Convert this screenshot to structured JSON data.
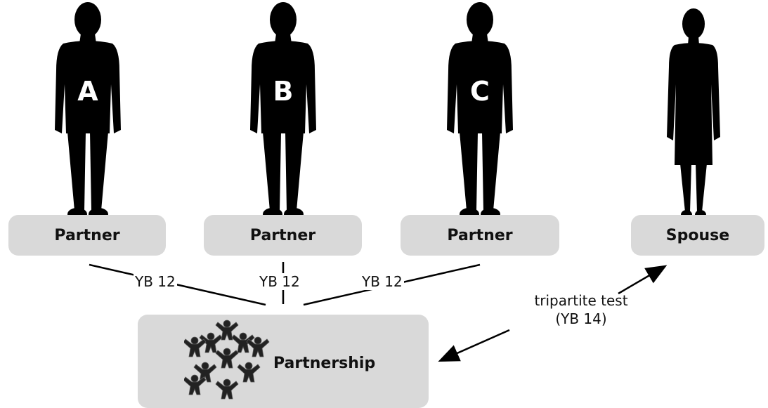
{
  "partners": [
    {
      "letter": "A",
      "role": "Partner"
    },
    {
      "letter": "B",
      "role": "Partner"
    },
    {
      "letter": "C",
      "role": "Partner"
    }
  ],
  "spouse": {
    "role": "Spouse"
  },
  "partnership": {
    "label": "Partnership",
    "icon": "people-group-icon"
  },
  "edges": {
    "partner_link_label": "YB 12",
    "tripartite_line1": "tripartite test",
    "tripartite_line2": "(YB 14)"
  },
  "colors": {
    "box": "#d9d9d9",
    "silhouette": "#000000",
    "line": "#000000"
  }
}
